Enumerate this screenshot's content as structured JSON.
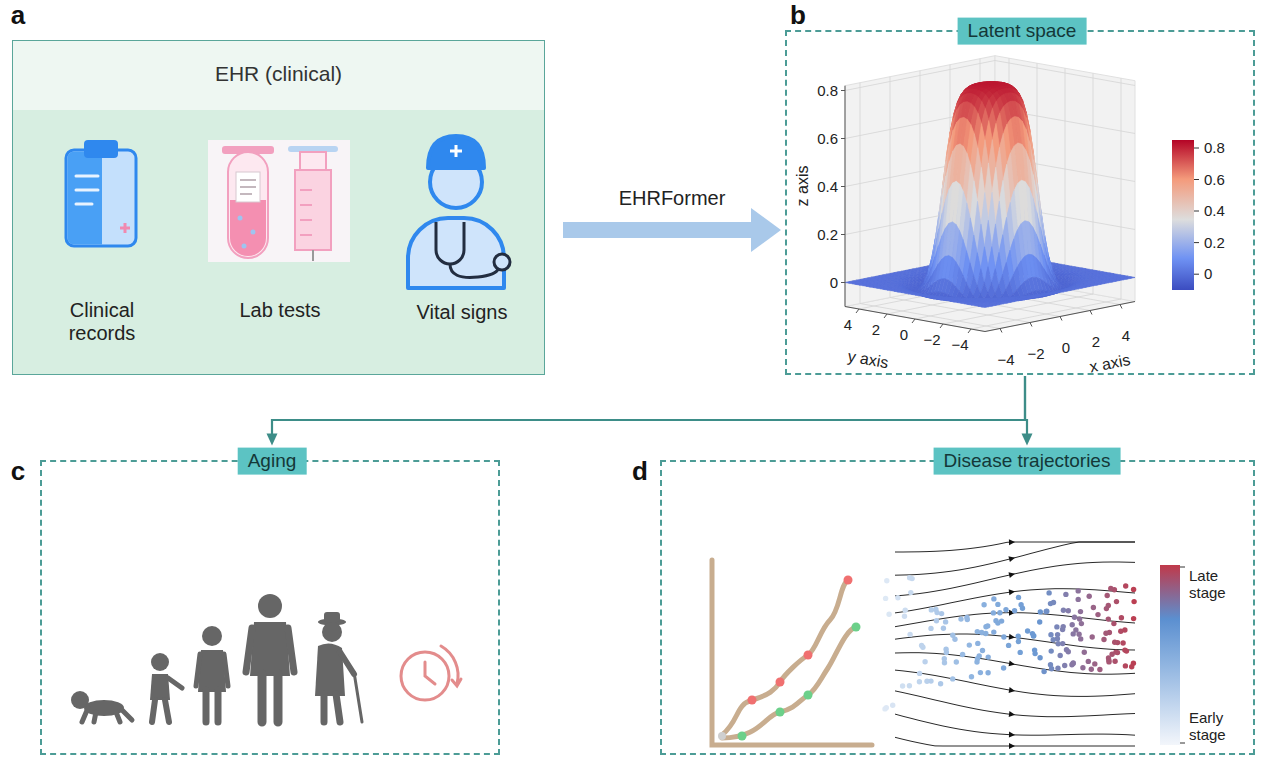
{
  "diagram": {
    "nodes": [
      {
        "text": [
          "EHR (clinical)"
        ]
      },
      {
        "text": [
          "Latent space"
        ]
      },
      {
        "text": [
          "Aging"
        ]
      },
      {
        "text": [
          "Disease trajectories"
        ]
      }
    ],
    "edges": [
      {
        "from": 0,
        "to": 1,
        "arrow": "to",
        "label": "EHRFormer"
      },
      {
        "from": 1,
        "to": 2,
        "arrow": "to"
      },
      {
        "from": 1,
        "to": 3,
        "arrow": "to"
      }
    ],
    "labels": [
      "a",
      "b",
      "c",
      "d",
      "Clinical records",
      "Lab tests",
      "Vital signs",
      "z axis",
      "y axis",
      "x axis",
      "0.8",
      "0.6",
      "0.4",
      "0.2",
      "0",
      "4",
      "2",
      "0",
      "−2",
      "−4",
      "−4",
      "−2",
      "0",
      "2",
      "4",
      "0.8",
      "0.6",
      "0.4",
      "0.2",
      "0",
      "Late stage",
      "Early stage"
    ]
  }
}
